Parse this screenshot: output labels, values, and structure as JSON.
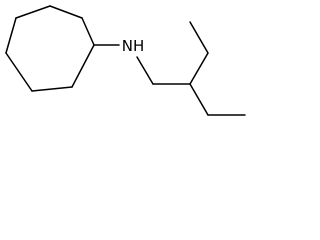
{
  "molecule": {
    "atoms": {
      "amine_nitrogen": "NH"
    },
    "groups": {
      "ring": "cycloheptyl",
      "chain": "2-ethylbutyl"
    },
    "colors": {
      "bonds": "#000000",
      "labels": "#000000",
      "background": "#ffffff"
    }
  }
}
